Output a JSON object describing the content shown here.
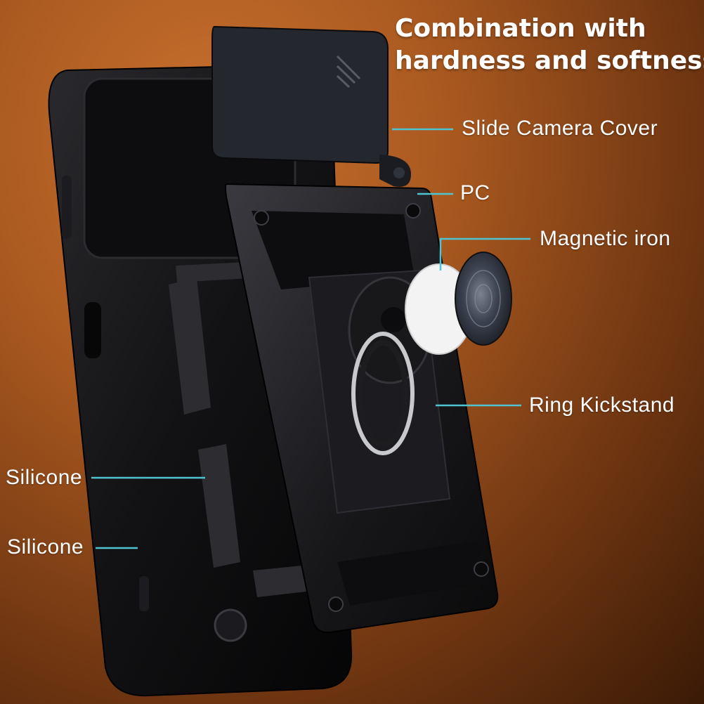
{
  "headline": {
    "line1": "Combination with",
    "line2": "hardness and softness"
  },
  "callouts": {
    "slide_camera_cover": "Slide Camera Cover",
    "pc": "PC",
    "magnetic_iron": "Magnetic iron",
    "ring_kickstand": "Ring Kickstand",
    "silicone_1": "Silicone",
    "silicone_2": "Silicone"
  },
  "colors": {
    "leader_line": "#4fc3d0",
    "case_black": "#141416",
    "background_accent": "#b5621f"
  }
}
